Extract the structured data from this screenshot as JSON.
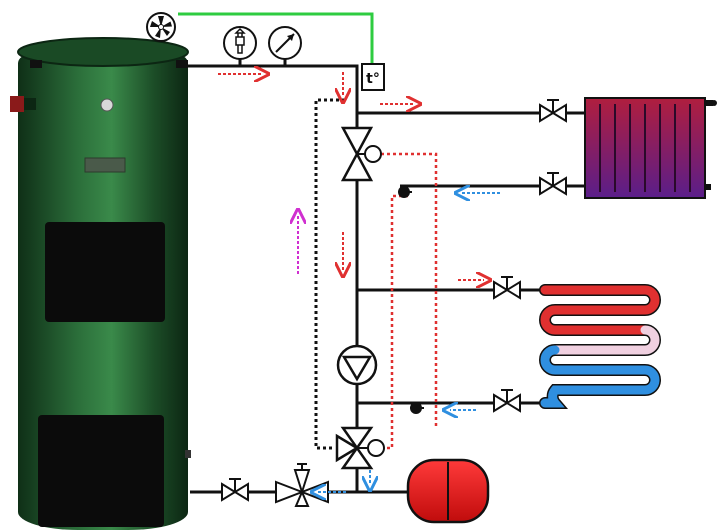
{
  "diagram": {
    "colors": {
      "boiler_green": "#1f5a2c",
      "boiler_dark": "#0f2f17",
      "pipe": "#111111",
      "sensor_wire": "#2ecc40",
      "hot_flow": "#e03030",
      "cold_flow": "#2f8fe0",
      "recirculation_flow": "#d030d0",
      "radiator": "#7a1c5a",
      "expansion_tank": "#e01a1a"
    },
    "components": {
      "boiler": "solid-fuel-boiler",
      "draft_fan": "fan-icon",
      "safety_group": [
        "safety-valve-icon",
        "pressure-gauge-icon"
      ],
      "temperature_sensor": {
        "label": "t°"
      },
      "three_way_valves": 2,
      "circulation_pump": "pump-icon",
      "radiator": "radiator",
      "underfloor_loop": "underfloor-heating-coil",
      "expansion_tank": "expansion-tank",
      "shutoff_valves": 6,
      "check_valves": 2,
      "filter_valve": "filter-valve"
    }
  }
}
